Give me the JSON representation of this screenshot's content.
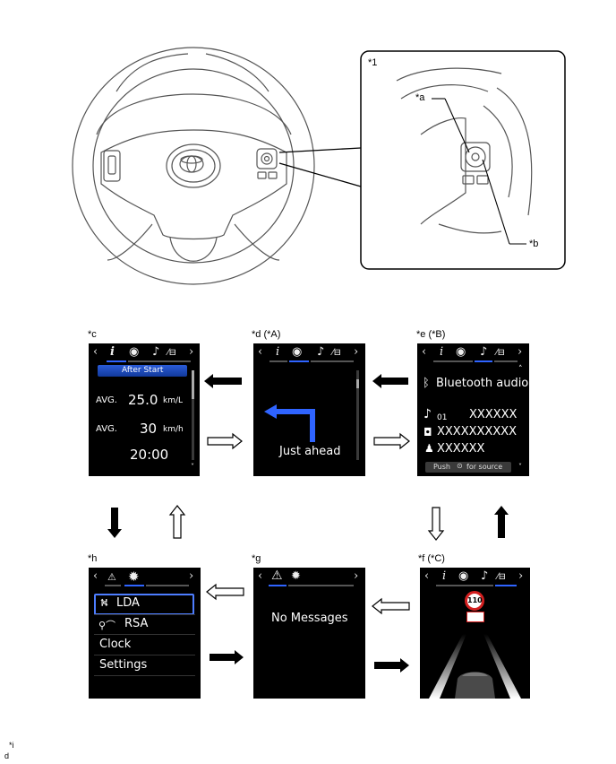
{
  "labels": {
    "inset": "*1",
    "a": "*a",
    "b": "*b",
    "c": "*c",
    "d": "*d (*A)",
    "e": "*e (*B)",
    "f": "*f (*C)",
    "g": "*g",
    "h": "*h",
    "i_top": "*i",
    "i_bottom": "d"
  },
  "screen_c": {
    "header": "After Start",
    "avg1_label": "AVG.",
    "avg1_value": "25.0",
    "avg1_unit": "km/L",
    "avg2_label": "AVG.",
    "avg2_value": "30",
    "avg2_unit": "km/h",
    "time": "20:00"
  },
  "screen_d": {
    "text": "Just ahead"
  },
  "screen_e": {
    "title": "Bluetooth audio",
    "track_num": "01",
    "track": "XXXXXX",
    "album": "XXXXXXXXXX",
    "artist": "XXXXXX",
    "push_prefix": "Push",
    "push_suffix": "for source"
  },
  "screen_f": {
    "speed_limit": "110"
  },
  "screen_g": {
    "text": "No Messages"
  },
  "screen_h": {
    "items": [
      "LDA",
      "RSA",
      "Clock",
      "Settings"
    ]
  },
  "colors": {
    "accent_blue": "#2f64ff",
    "speed_sign_red": "#d42020"
  }
}
